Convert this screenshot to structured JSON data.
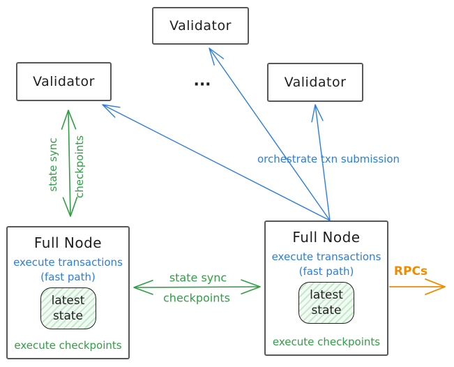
{
  "diagram": {
    "validators": [
      {
        "position": "top",
        "label": "Validator"
      },
      {
        "position": "left",
        "label": "Validator"
      },
      {
        "position": "right",
        "label": "Validator"
      }
    ],
    "ellipsis": "...",
    "full_node_left": {
      "title": "Full Node",
      "exec_line1": "execute transactions",
      "exec_line2": "(fast path)",
      "state_line1": "latest",
      "state_line2": "state",
      "footer": "execute checkpoints"
    },
    "full_node_right": {
      "title": "Full Node",
      "exec_line1": "execute transactions",
      "exec_line2": "(fast path)",
      "state_line1": "latest",
      "state_line2": "state",
      "footer": "execute checkpoints"
    },
    "edge_labels": {
      "vertical_state_sync": "state sync",
      "vertical_checkpoints": "checkpoints",
      "horizontal_state_sync": "state sync",
      "horizontal_checkpoints": "checkpoints",
      "orchestrate": "orchestrate txn submission",
      "rpcs": "RPCs"
    },
    "colors": {
      "green": "#2f9e44",
      "blue": "#2b7de0",
      "orange": "#f08c00",
      "box_border": "#55585c",
      "text": "#1e1e1e",
      "state_fill": "#f2faf3"
    }
  }
}
